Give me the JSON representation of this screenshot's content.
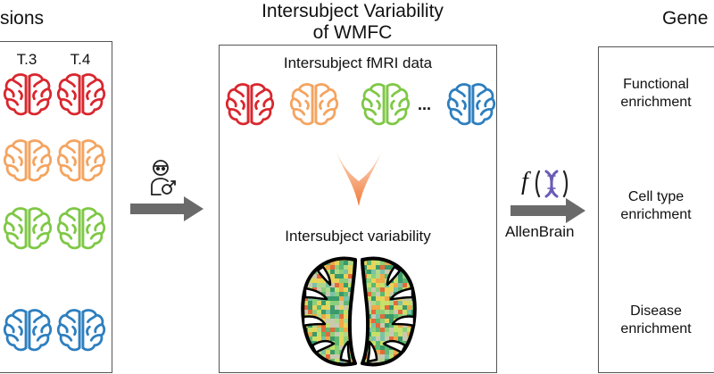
{
  "titles": {
    "left_partial": "sions",
    "center_line1": "Intersubject Variability",
    "center_line2": "of WMFC",
    "right_partial": "Gene"
  },
  "left_panel": {
    "col_labels": [
      "T.3",
      "T.4"
    ],
    "row_colors": [
      "#d9272e",
      "#f4a460",
      "#7fc846",
      "#2d7fbf"
    ]
  },
  "middle_panel": {
    "heading": "Intersubject fMRI data",
    "brain_colors": [
      "#d9272e",
      "#f4a460",
      "#7fc846",
      "#2d7fbf"
    ],
    "ellipsis": "...",
    "variability_label": "Intersubject variability"
  },
  "right_arrow": {
    "function_symbol": "f",
    "label": "AllenBrain"
  },
  "right_panel": {
    "items": [
      {
        "line1": "Functional",
        "line2": "enrichment"
      },
      {
        "line1": "Cell type",
        "line2": "enrichment"
      },
      {
        "line1": "Disease",
        "line2": "enrichment"
      }
    ]
  },
  "colors": {
    "arrow": "#6a6a6a",
    "down_arrow": "#f07a3a",
    "dna": "#6b5bb5"
  },
  "icons": {
    "person": "person-icon",
    "dna": "dna-icon"
  }
}
